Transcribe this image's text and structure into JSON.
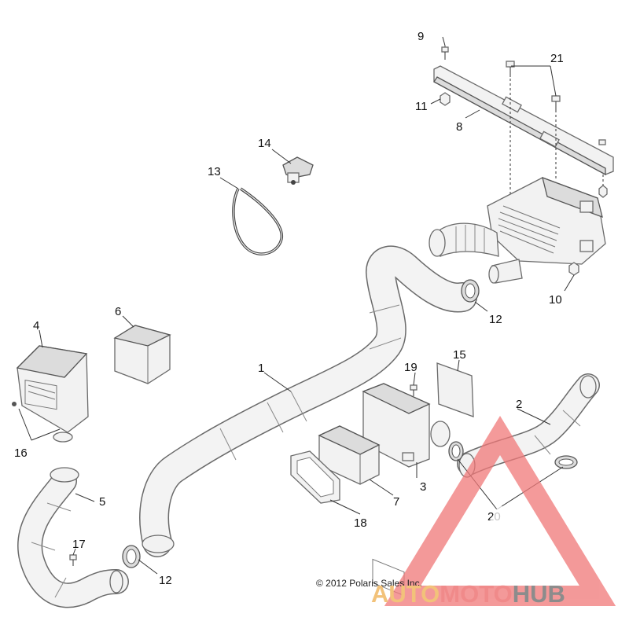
{
  "callouts": {
    "c1": "1",
    "c2": "2",
    "c3": "3",
    "c4": "4",
    "c5": "5",
    "c6": "6",
    "c7": "7",
    "c8": "8",
    "c9": "9",
    "c10": "10",
    "c11": "11",
    "c12a": "12",
    "c12b": "12",
    "c13": "13",
    "c14": "14",
    "c15": "15",
    "c16": "16",
    "c17": "17",
    "c18": "18",
    "c19": "19",
    "c20": "20",
    "c21": "21"
  },
  "copyright": "© 2012 Polaris Sales Inc.",
  "watermark": {
    "part1": "AUTO",
    "part2": "MOTO",
    "part3": "HUB",
    "colors": {
      "auto": "#f2c27a",
      "moto": "#f08a8a",
      "hub": "#8c8c8c",
      "triangle": "#f07878"
    }
  }
}
